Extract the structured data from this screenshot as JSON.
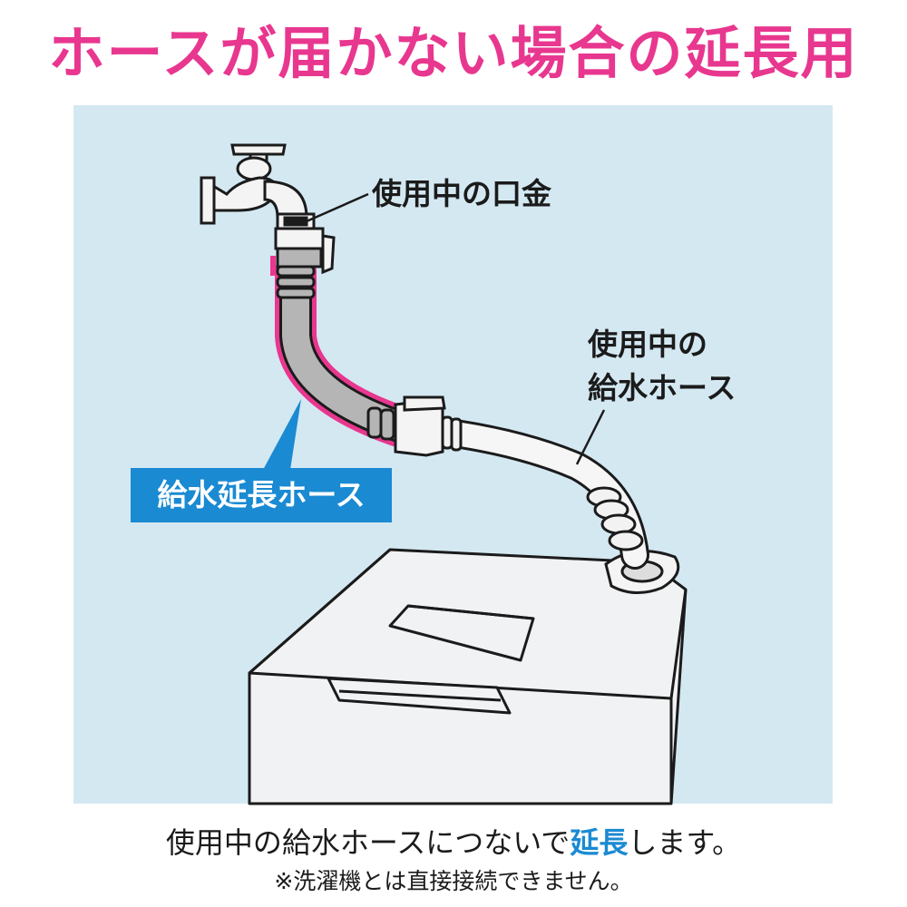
{
  "title": "ホースが届かない場合の延長用",
  "labels": {
    "faucet_fitting": "使用中の口金",
    "supply_hose_line1": "使用中の",
    "supply_hose_line2": "給水ホース",
    "extension_hose": "給水延長ホース"
  },
  "caption": {
    "pre": "使用中の給水ホースにつないで",
    "emphasis": "延長",
    "post": "します。"
  },
  "note": "※洗濯機とは直接接続できません。",
  "colors": {
    "title": "#e8378f",
    "panel_bg": "#d4e8f2",
    "accent_blue": "#1a8ad2",
    "highlight_pink": "#e8378f"
  }
}
